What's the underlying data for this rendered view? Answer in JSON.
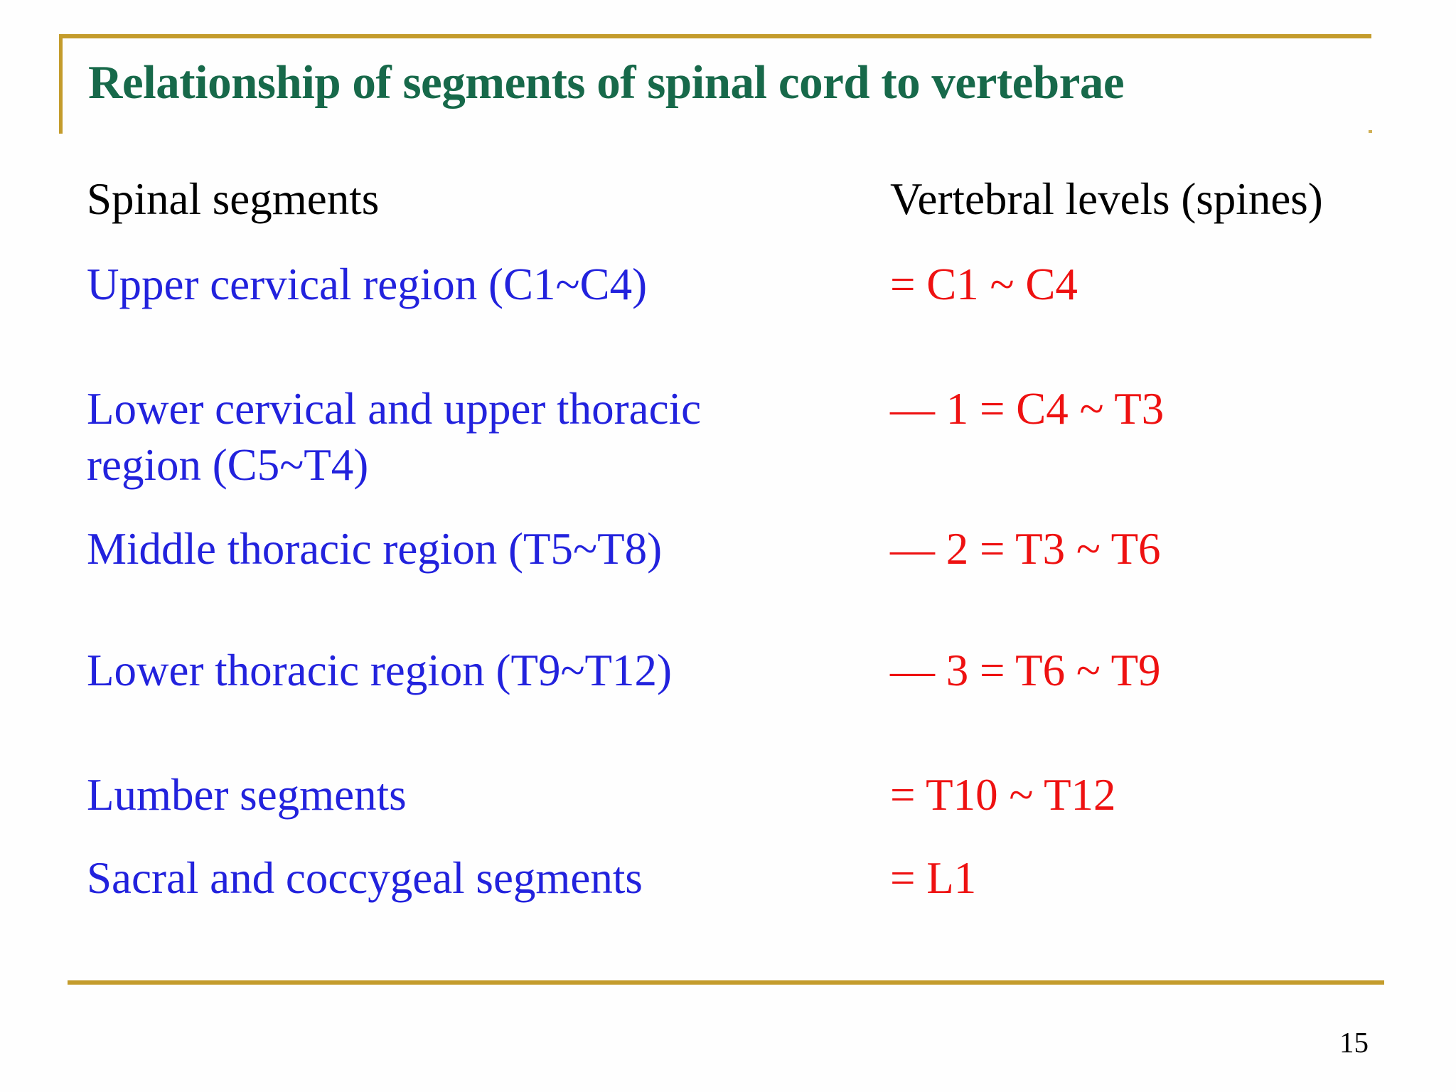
{
  "title": "Relationship of segments of spinal cord to vertebrae",
  "page_number": "15",
  "colors": {
    "title_green": "#17694A",
    "body_blue": "#2222DD",
    "value_red": "#EE1111",
    "accent_gold": "#C49C2C",
    "text_black": "#000000"
  },
  "table": {
    "left_header": "Spinal segments",
    "right_header": "Vertebral levels (spines)",
    "rows": [
      {
        "left": [
          "Upper cervical region (C1~C4)"
        ],
        "right": "= C1 ~ C4"
      },
      {
        "left": [
          "Lower cervical and upper thoracic",
          "region (C5~T4)"
        ],
        "right": "— 1 = C4 ~ T3"
      },
      {
        "left": [
          "Middle thoracic region (T5~T8)"
        ],
        "right": "— 2 = T3 ~ T6"
      },
      {
        "left": [
          "Lower thoracic region (T9~T12)"
        ],
        "right": "— 3 = T6 ~ T9"
      },
      {
        "left": [
          "Lumber segments"
        ],
        "right": "= T10 ~ T12"
      },
      {
        "left": [
          "Sacral and coccygeal segments"
        ],
        "right": "= L1"
      }
    ]
  }
}
